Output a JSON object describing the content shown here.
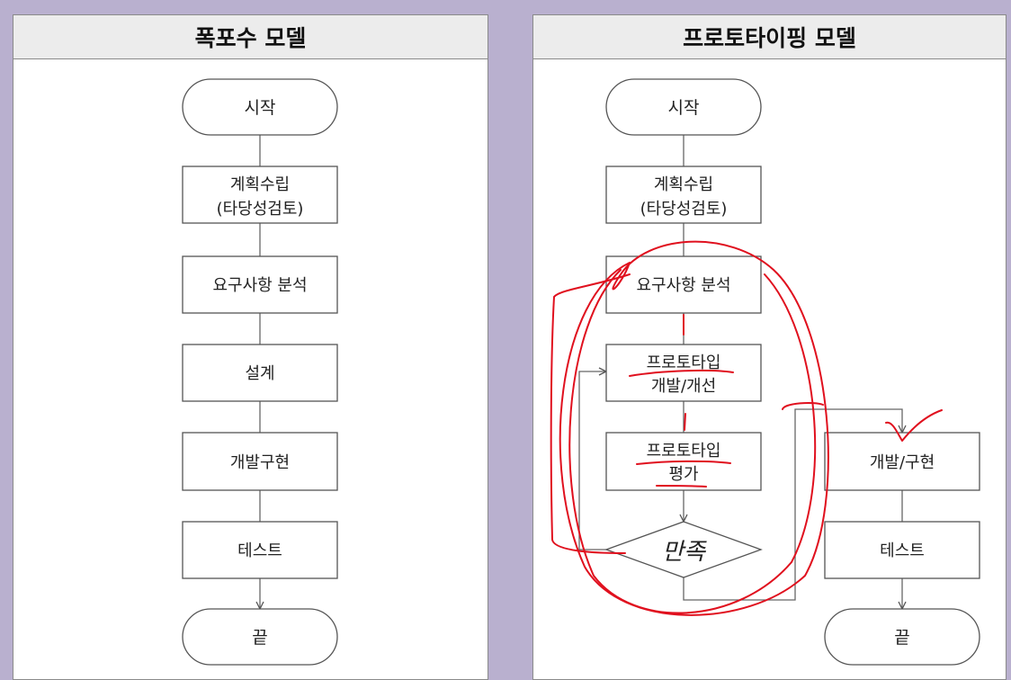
{
  "waterfall": {
    "title": "폭포수 모델",
    "start": "시작",
    "plan_line1": "계획수립",
    "plan_line2": "(타당성검토)",
    "analysis": "요구사항 분석",
    "design": "설계",
    "dev": "개발구현",
    "test": "테스트",
    "end": "끝"
  },
  "prototyping": {
    "title": "프로토타이핑 모델",
    "start": "시작",
    "plan_line1": "계획수립",
    "plan_line2": "(타당성검토)",
    "analysis": "요구사항 분석",
    "proto_dev_line1": "프로토타입",
    "proto_dev_line2": "개발/개선",
    "proto_eval_line1": "프로토타입",
    "proto_eval_line2": "평가",
    "dev": "개발/구현",
    "test": "테스트",
    "end": "끝",
    "decision_handwritten": "만족"
  },
  "colors": {
    "background": "#b9b0cf",
    "box_stroke": "#555555",
    "annotation": "#e0101e"
  }
}
